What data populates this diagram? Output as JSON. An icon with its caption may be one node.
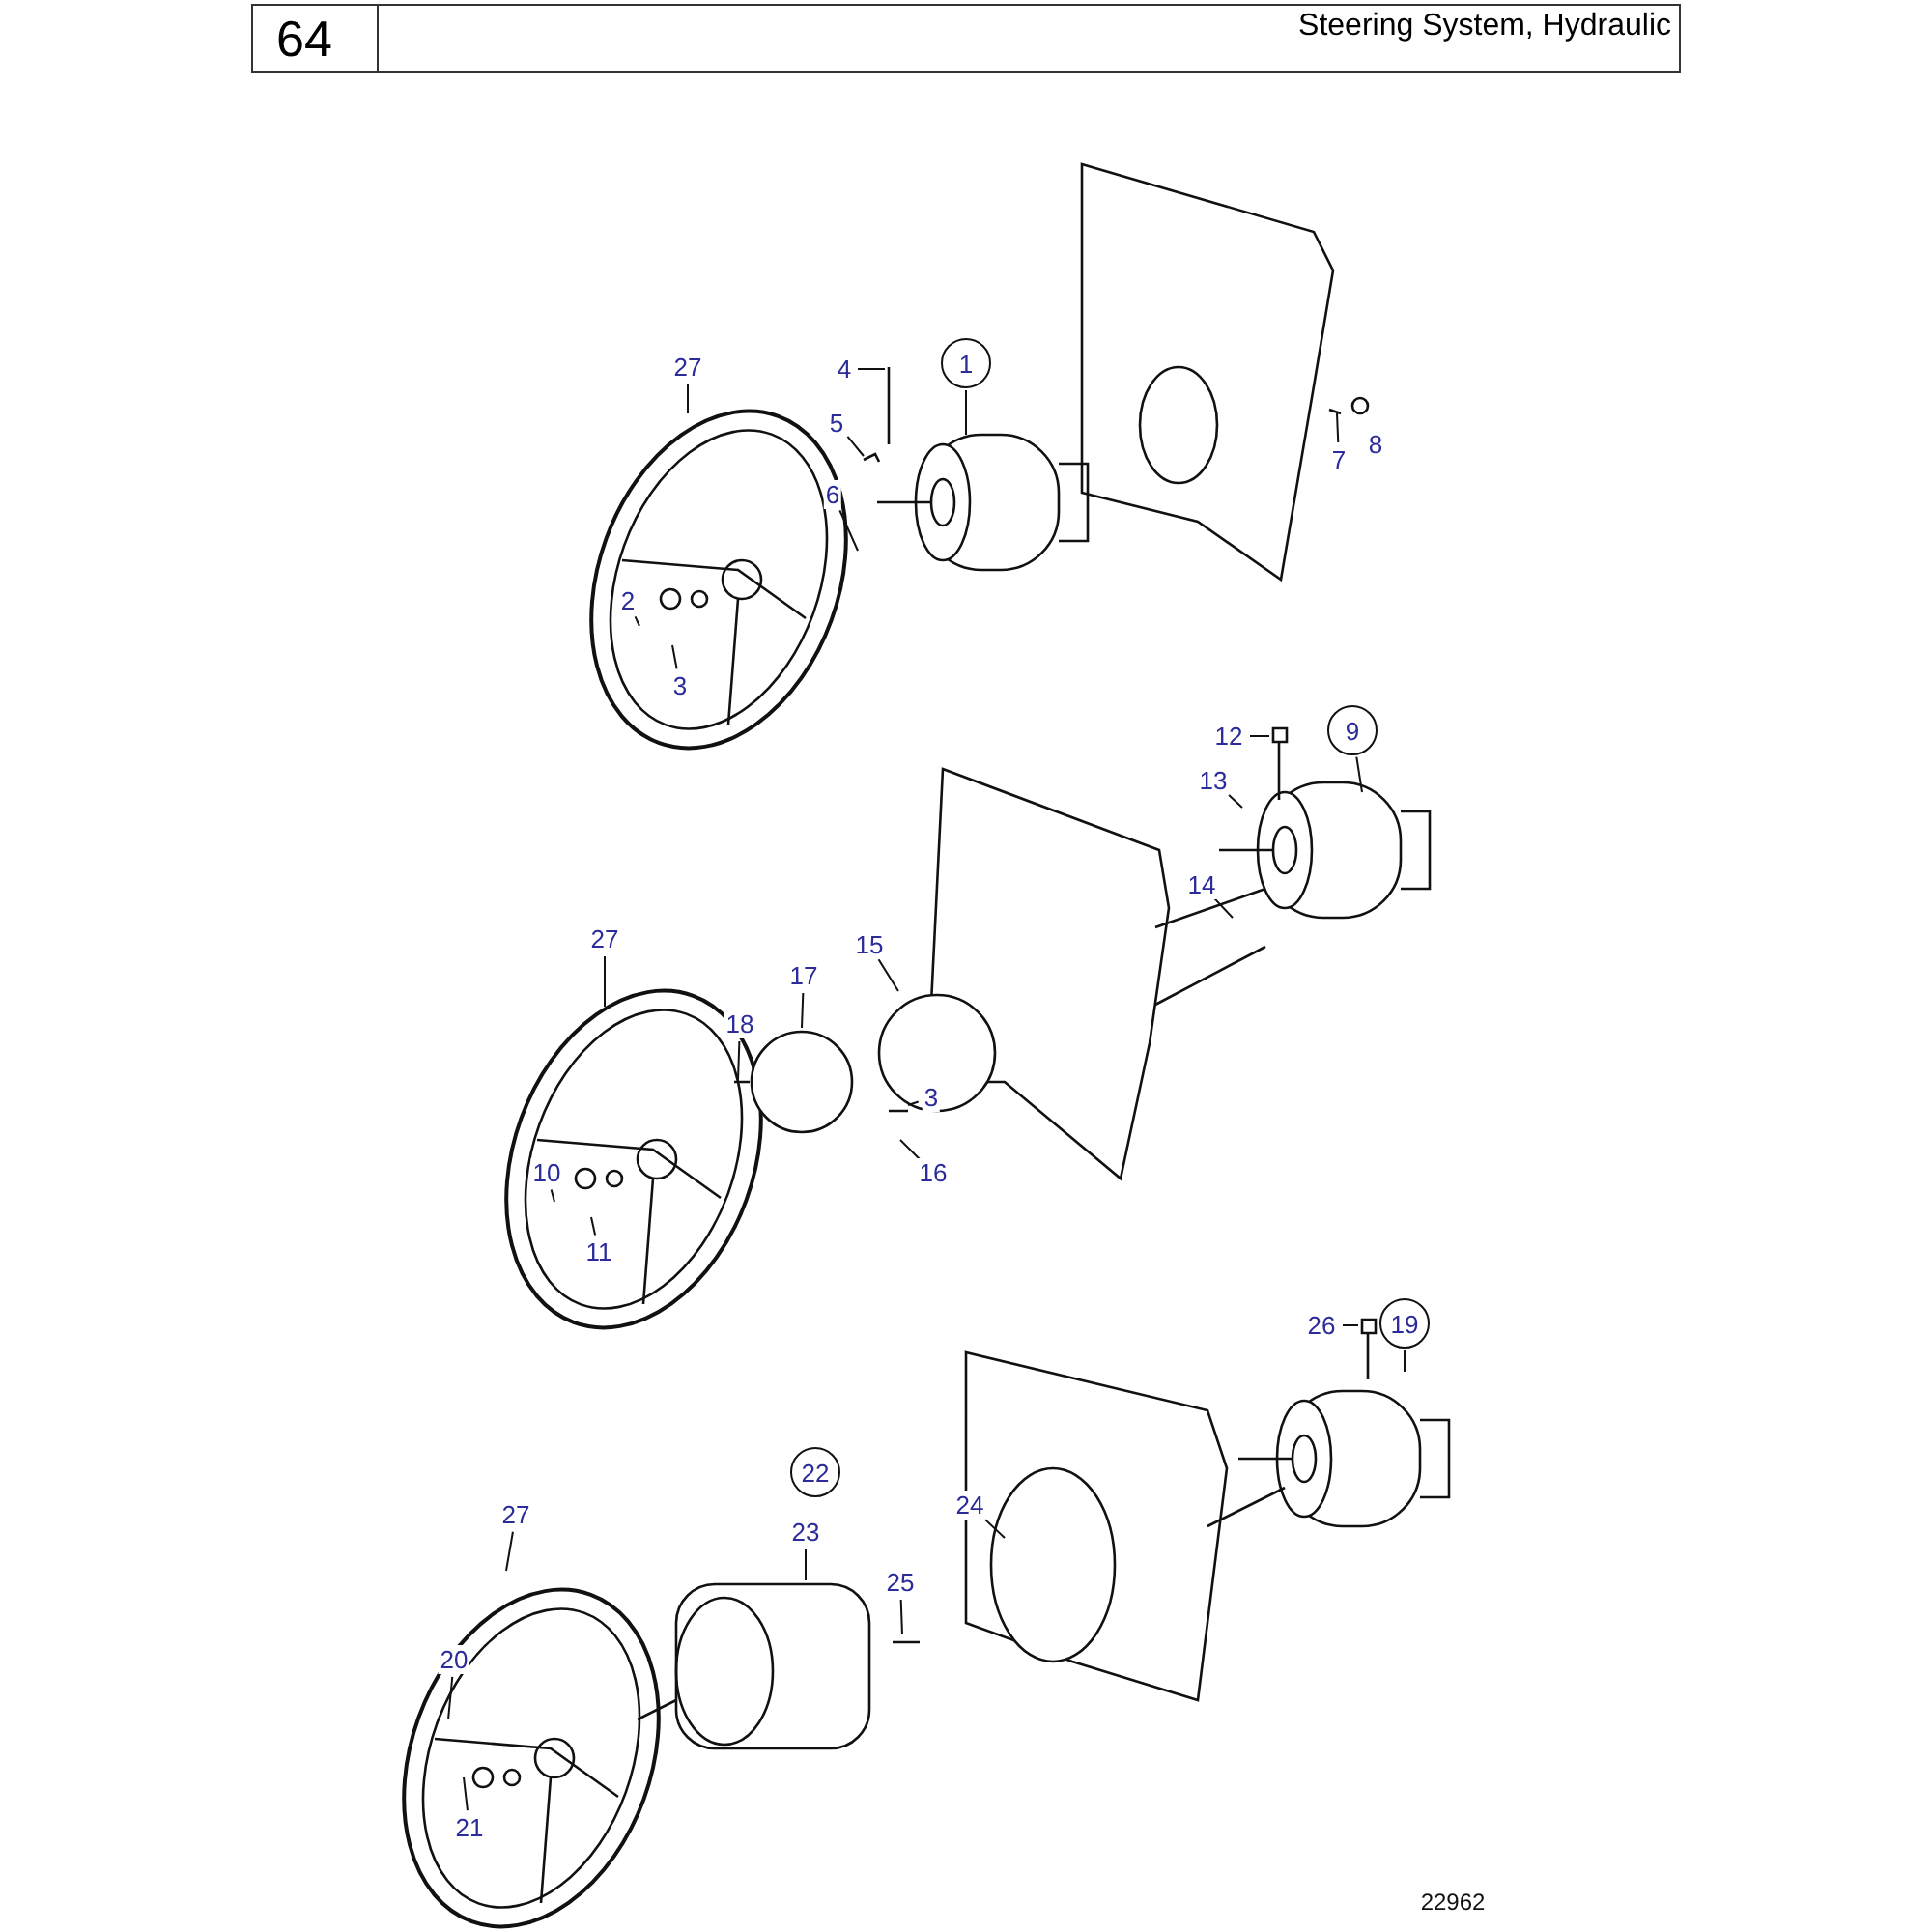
{
  "diagram": {
    "title": "Steering System, Hydraulic",
    "nodes": [
      {
        "text": [
          "27"
        ]
      },
      {
        "text": [
          "4"
        ]
      },
      {
        "text": [
          "1"
        ]
      },
      {
        "text": [
          "5"
        ]
      },
      {
        "text": [
          "6"
        ]
      },
      {
        "text": [
          "7"
        ]
      },
      {
        "text": [
          "2"
        ]
      },
      {
        "text": [
          "3"
        ]
      },
      {
        "text": [
          "12"
        ]
      },
      {
        "text": [
          "9"
        ]
      },
      {
        "text": [
          "13"
        ]
      },
      {
        "text": [
          "14"
        ]
      },
      {
        "text": [
          "27"
        ]
      },
      {
        "text": [
          "15"
        ]
      },
      {
        "text": [
          "17"
        ]
      },
      {
        "text": [
          "18"
        ]
      },
      {
        "text": [
          "3"
        ]
      },
      {
        "text": [
          "16"
        ]
      },
      {
        "text": [
          "10"
        ]
      },
      {
        "text": [
          "11"
        ]
      },
      {
        "text": [
          "26"
        ]
      },
      {
        "text": [
          "19"
        ]
      },
      {
        "text": [
          "22"
        ]
      },
      {
        "text": [
          "24"
        ]
      },
      {
        "text": [
          "23"
        ]
      },
      {
        "text": [
          "27"
        ]
      },
      {
        "text": [
          "25"
        ]
      },
      {
        "text": [
          "20"
        ]
      },
      {
        "text": [
          "21"
        ]
      }
    ],
    "edges": [
      {
        "from": 0,
        "to": null,
        "arrow": "none"
      },
      {
        "from": 1,
        "to": null,
        "arrow": "none"
      },
      {
        "from": 2,
        "to": null,
        "arrow": "none"
      },
      {
        "from": 3,
        "to": null,
        "arrow": "none"
      },
      {
        "from": 4,
        "to": null,
        "arrow": "none"
      },
      {
        "from": 5,
        "to": null,
        "arrow": "none"
      },
      {
        "from": 6,
        "to": null,
        "arrow": "none"
      },
      {
        "from": 7,
        "to": null,
        "arrow": "none"
      },
      {
        "from": 8,
        "to": null,
        "arrow": "none"
      },
      {
        "from": 9,
        "to": null,
        "arrow": "none"
      },
      {
        "from": 10,
        "to": null,
        "arrow": "none"
      },
      {
        "from": 11,
        "to": null,
        "arrow": "none"
      },
      {
        "from": 12,
        "to": null,
        "arrow": "none"
      },
      {
        "from": 13,
        "to": null,
        "arrow": "none"
      },
      {
        "from": 14,
        "to": null,
        "arrow": "none"
      },
      {
        "from": 15,
        "to": null,
        "arrow": "none"
      },
      {
        "from": 16,
        "to": null,
        "arrow": "none"
      },
      {
        "from": 17,
        "to": null,
        "arrow": "none"
      },
      {
        "from": 18,
        "to": null,
        "arrow": "none"
      },
      {
        "from": 19,
        "to": null,
        "arrow": "none"
      },
      {
        "from": 20,
        "to": null,
        "arrow": "none"
      },
      {
        "from": 21,
        "to": null,
        "arrow": "none"
      },
      {
        "from": 23,
        "to": null,
        "arrow": "none"
      },
      {
        "from": 24,
        "to": null,
        "arrow": "none"
      },
      {
        "from": 25,
        "to": null,
        "arrow": "none"
      },
      {
        "from": 26,
        "to": null,
        "arrow": "none"
      },
      {
        "from": 27,
        "to": null,
        "arrow": "none"
      },
      {
        "from": 28,
        "to": null,
        "arrow": "none"
      }
    ],
    "labels": [
      "64",
      "8",
      "22962"
    ]
  }
}
